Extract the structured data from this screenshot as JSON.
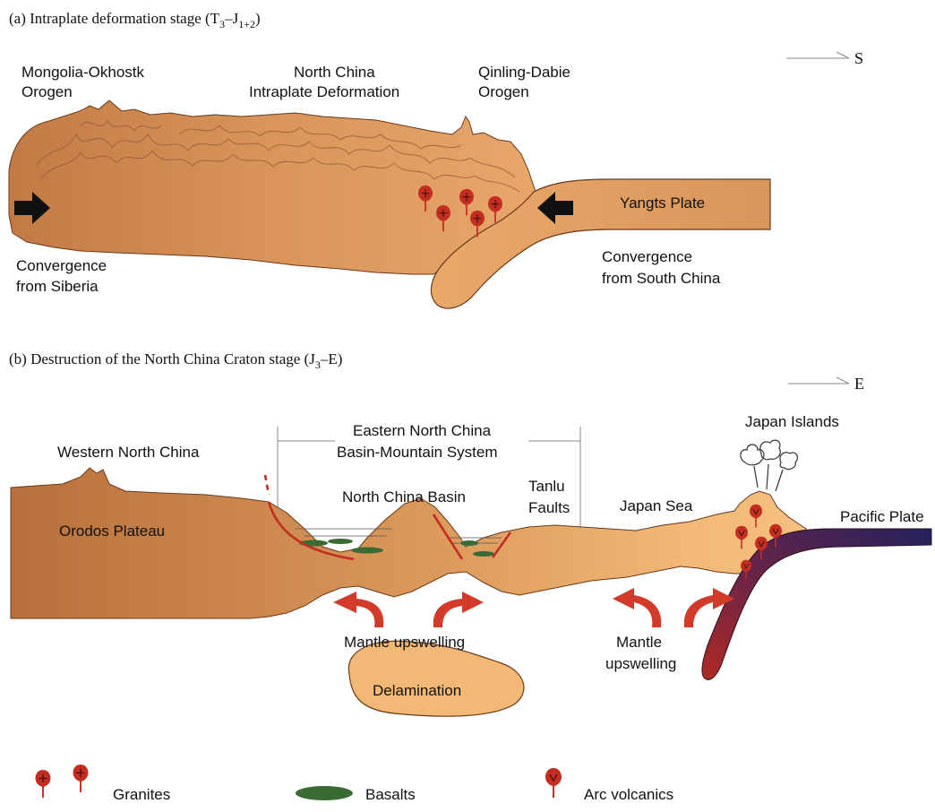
{
  "panel_a": {
    "caption_prefix": "(a) Intraplate deformation stage (T",
    "caption_sub1": "3",
    "caption_mid": "–J",
    "caption_sub2": "1+2",
    "caption_suffix": ")",
    "direction": "S",
    "labels": {
      "mongolia_1": "Mongolia-Okhostk",
      "mongolia_2": "Orogen",
      "north_china_1": "North China",
      "north_china_2": "Intraplate Deformation",
      "qinling_1": "Qinling-Dabie",
      "qinling_2": "Orogen",
      "yangts": "Yangts Plate",
      "siberia_1": "Convergence",
      "siberia_2": "from Siberia",
      "south_china_1": "Convergence",
      "south_china_2": "from South China"
    }
  },
  "panel_b": {
    "caption_prefix": "(b) Destruction of the North China Craton stage (J",
    "caption_sub1": "3",
    "caption_suffix": "–E)",
    "direction": "E",
    "labels": {
      "eastern_1": "Eastern North China",
      "eastern_2": "Basin-Mountain System",
      "western": "Western North China",
      "japan_islands": "Japan Islands",
      "north_china_basin": "North China Basin",
      "tanlu_1": "Tanlu",
      "tanlu_2": "Faults",
      "japan_sea": "Japan Sea",
      "pacific": "Pacific Plate",
      "ordos": "Orodos Plateau",
      "mantle_1": "Mantle upswelling",
      "mantle_2a": "Mantle",
      "mantle_2b": "upswelling",
      "delamination": "Delamination"
    }
  },
  "legend": {
    "granites": "Granites",
    "basalts": "Basalts",
    "arc_volcanics": "Arc volcanics"
  },
  "colors": {
    "crust_light": "#f0b97c",
    "crust_mid": "#d99a5e",
    "crust_dark": "#b8713d",
    "granite": "#c42e22",
    "basalt": "#3b6b34",
    "arrow_red": "#d23a2a",
    "pacific_start": "#a32820",
    "pacific_end": "#2a2460"
  }
}
